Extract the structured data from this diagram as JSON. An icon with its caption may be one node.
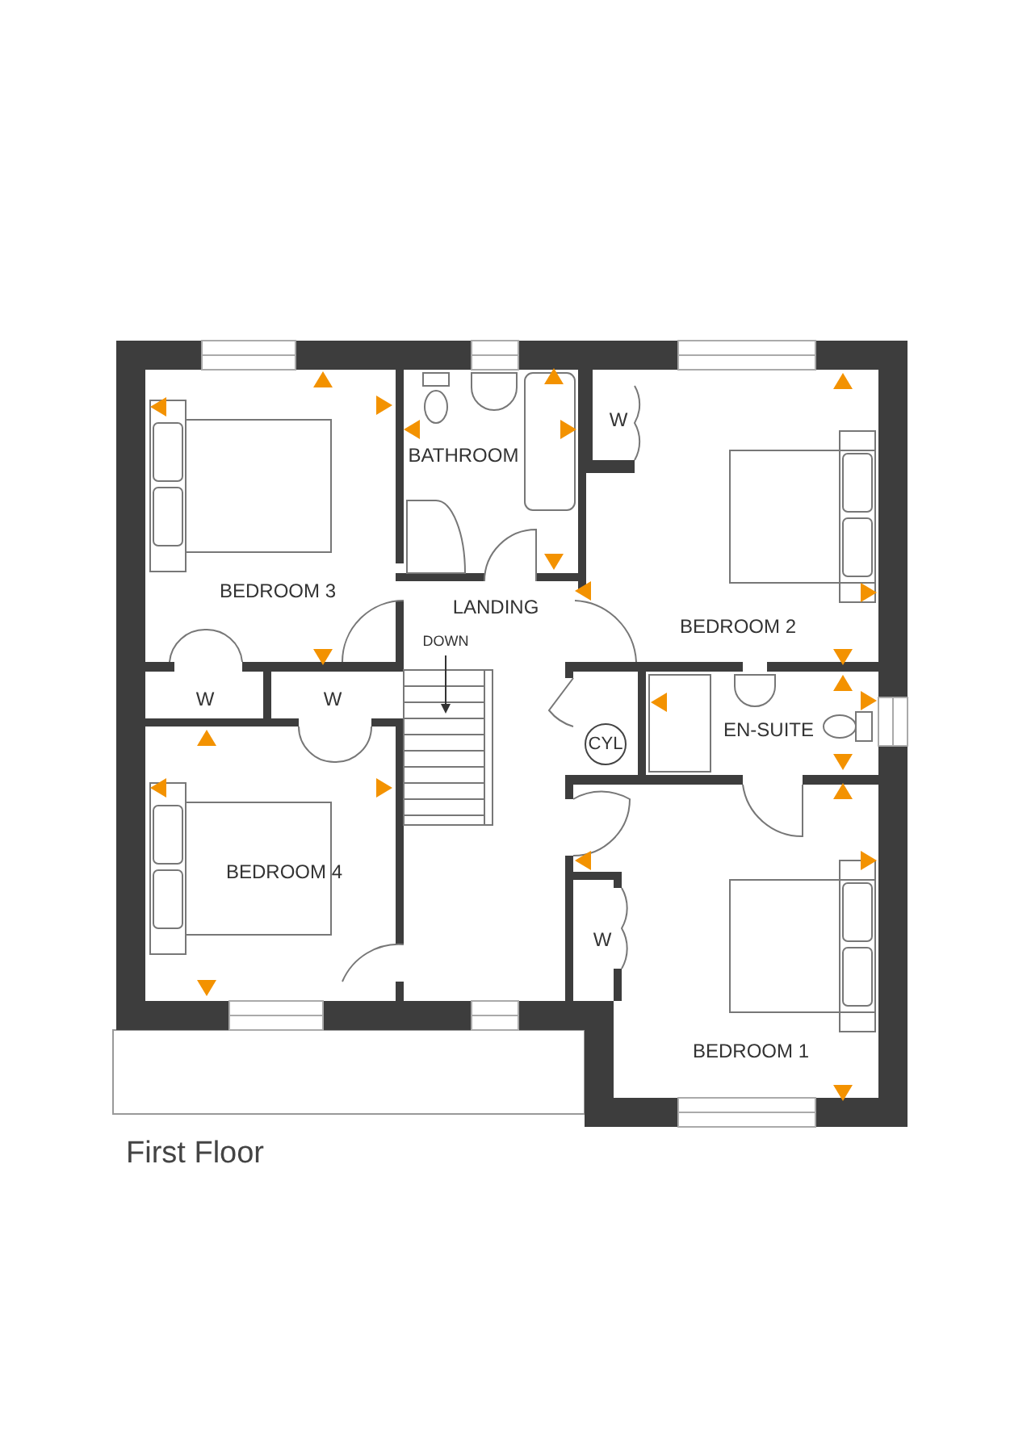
{
  "diagram": {
    "caption": "First Floor",
    "nodes": [
      {
        "text": [
          "CYL"
        ]
      }
    ],
    "labels": [
      "W",
      "BATHROOM",
      "BEDROOM 3",
      "LANDING",
      "BEDROOM 2",
      "DOWN",
      "W",
      "W",
      "EN-SUITE",
      "BEDROOM 4",
      "W",
      "BEDROOM 1"
    ]
  }
}
